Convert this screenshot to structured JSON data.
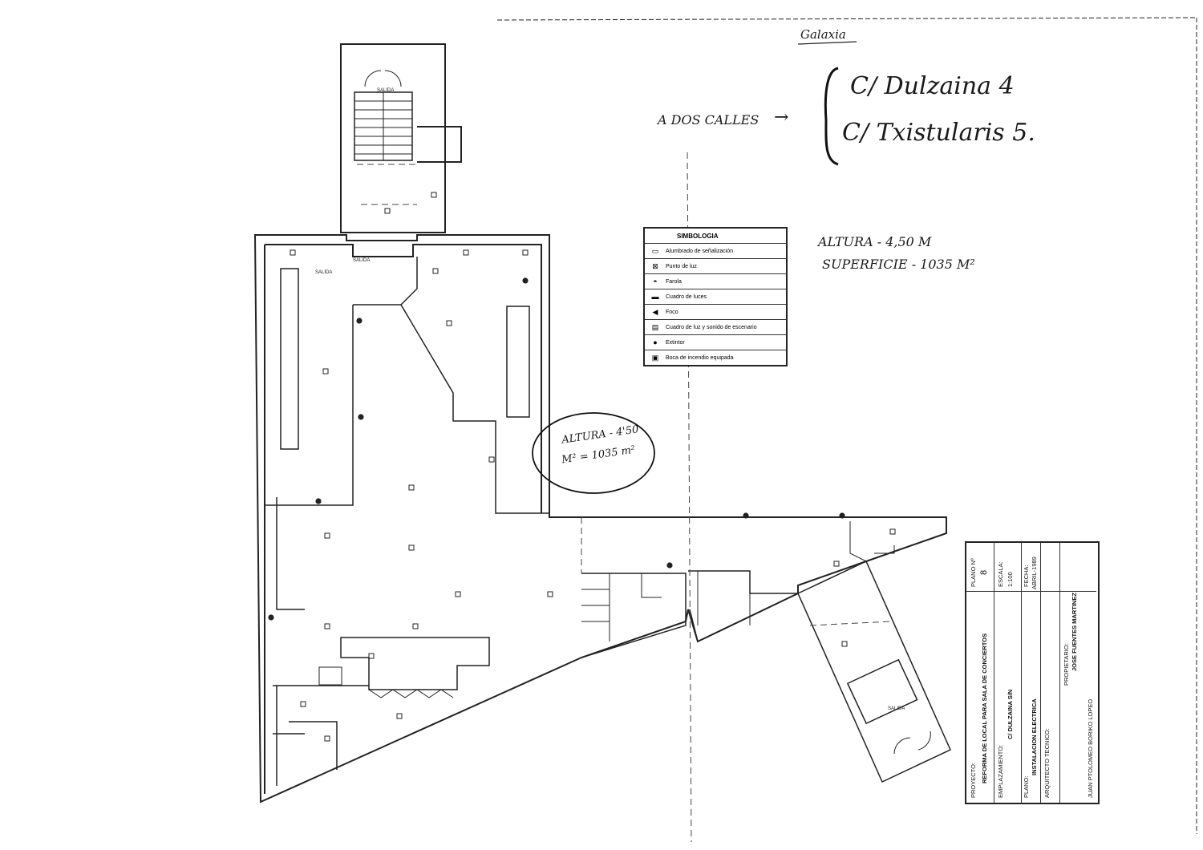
{
  "annotations": {
    "galaxia": "Galaxia",
    "dos_calles": "A DOS CALLES",
    "arrow": "→",
    "street1": "C/ Dulzaina 4",
    "street2": "C/ Txistularis 5.",
    "altura": "ALTURA - 4,50 M",
    "superficie": "SUPERFICIE - 1035 M²",
    "circle_line1": "ALTURA - 4'50",
    "circle_line2": "M² = 1035 m²"
  },
  "legend": {
    "title": "SIMBOLOGIA",
    "items": [
      {
        "symbol": "▭",
        "label": "Alumbrado de señalización"
      },
      {
        "symbol": "⊠",
        "label": "Punto de luz"
      },
      {
        "symbol": "◓",
        "label": "Farola"
      },
      {
        "symbol": "▬",
        "label": "Cuadro de luces"
      },
      {
        "symbol": "◀",
        "label": "Foco"
      },
      {
        "symbol": "▤",
        "label": "Cuadro de luz y sonido de escenario"
      },
      {
        "symbol": "●",
        "label": "Extintor"
      },
      {
        "symbol": "▣",
        "label": "Boca de incendio equipada"
      }
    ]
  },
  "plan_labels": {
    "salida_1": "SALIDA",
    "salida_2": "SALIDA",
    "salida_3": "SALIDA",
    "salida_4": "SALIDA"
  },
  "title_block": {
    "plano_no_label": "PLANO Nº",
    "plano_no": "8",
    "escala_label": "ESCALA:",
    "escala": "1:100",
    "fecha_label": "FECHA:",
    "fecha": "ABRIL-1989",
    "proyecto_label": "PROYECTO:",
    "proyecto": "REFORMA DE LOCAL PARA SALA DE CONCIERTOS",
    "emplazamiento_label": "EMPLAZAMIENTO:",
    "emplazamiento": "C/ DULZAINA S/N",
    "plano_label": "PLANO:",
    "plano": "INSTALACION ELECTRICA",
    "arquitecto_label": "ARQUITECTO TECNICO:",
    "arquitecto": "JUAN PTOLOMEO BORIKO LOPEO",
    "propietario_label": "PROPIETARIO:",
    "propietario": "JOSE FUENTES MARTINEZ"
  }
}
